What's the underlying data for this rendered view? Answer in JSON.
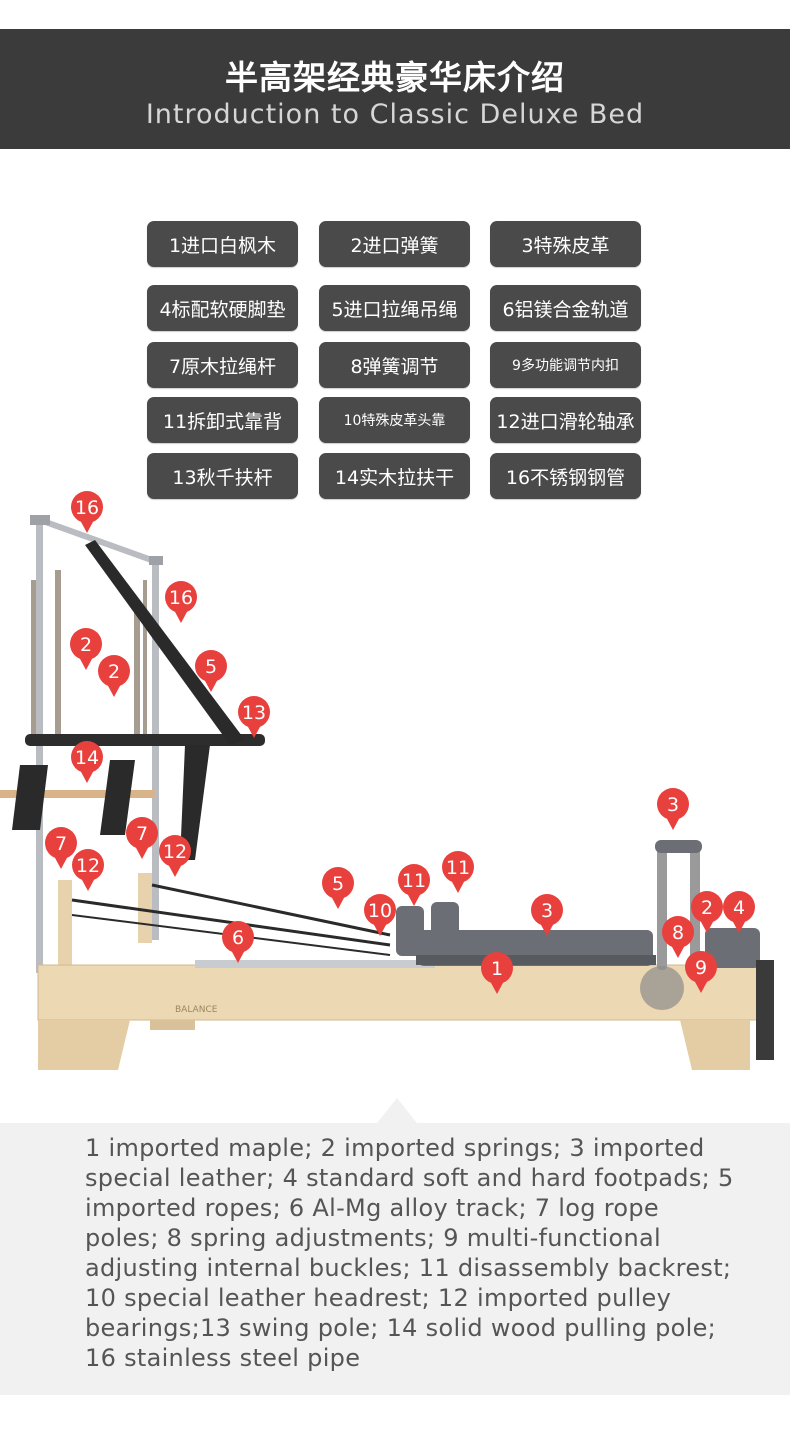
{
  "header": {
    "title_zh": "半高架经典豪华床介绍",
    "title_en": "Introduction to Classic Deluxe Bed"
  },
  "tags": [
    "1进口白枫木",
    "2进口弹簧",
    "3特殊皮革",
    "4标配软硬脚垫",
    "5进口拉绳吊绳",
    "6铝镁合金轨道",
    "7原木拉绳杆",
    "8弹簧调节",
    "9多功能调节内扣",
    "11拆卸式靠背",
    "10特殊皮革头靠",
    "12进口滑轮轴承",
    "13秋千扶杆",
    "14实木拉扶干",
    "16不锈钢钢管"
  ],
  "markers": [
    "16",
    "16",
    "2",
    "2",
    "5",
    "13",
    "14",
    "7",
    "7",
    "12",
    "12",
    "5",
    "11",
    "11",
    "10",
    "6",
    "3",
    "1",
    "3",
    "2",
    "4",
    "8",
    "9"
  ],
  "brand_label": "BALANCE",
  "colors": {
    "header_bg": "#3b3b3b",
    "tag_bg": "#4a4a4a",
    "marker": "#e8403c",
    "wood": "#ecd8b2",
    "pad": "#6b6f75",
    "desc_bg": "#f1f1f2"
  },
  "description": "1 imported maple; 2 imported springs; 3 imported special leather; 4 standard soft and hard footpads; 5 imported ropes; 6 Al-Mg alloy track; 7 log rope poles; 8 spring adjustments; 9 multi-functional adjusting internal buckles; 11 disassembly backrest; 10 special leather headrest; 12 imported pulley bearings;13 swing pole; 14 solid wood pulling pole; 16 stainless steel pipe"
}
